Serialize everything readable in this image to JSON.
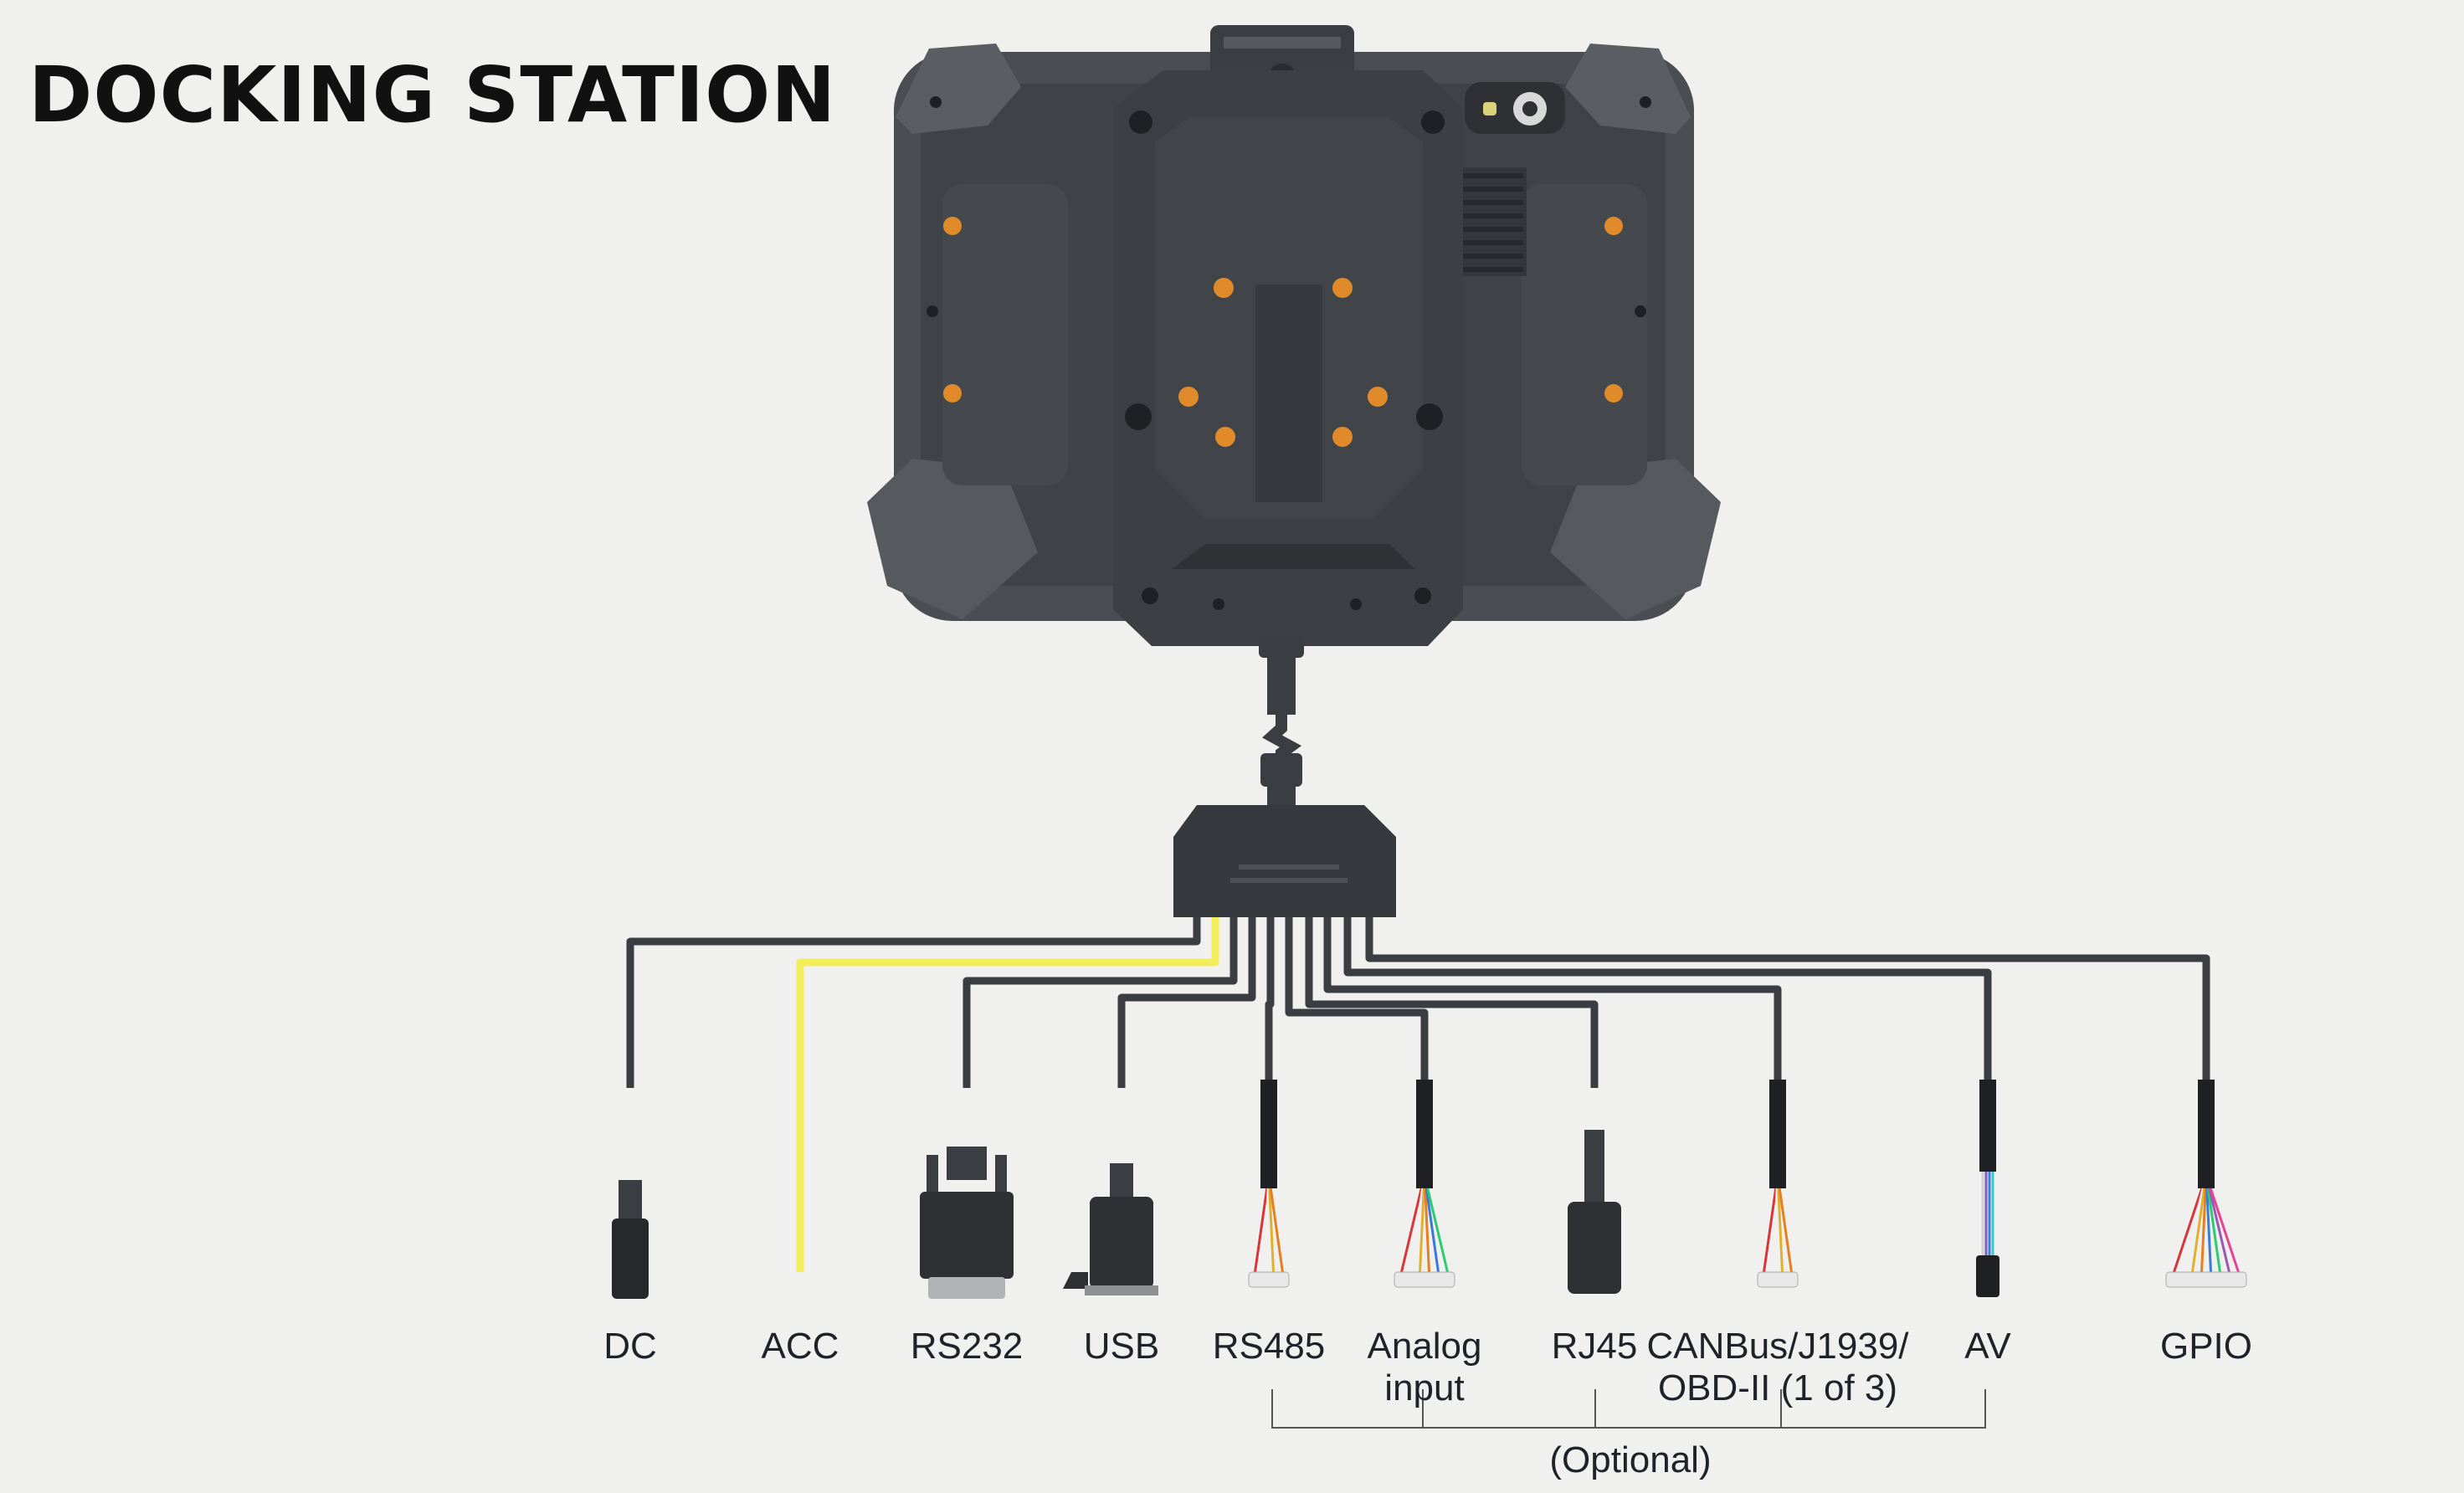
{
  "title": "DOCKING STATION",
  "ports": [
    {
      "id": "dc",
      "lines": [
        "DC"
      ],
      "connector": "dc-plug"
    },
    {
      "id": "acc",
      "lines": [
        "ACC"
      ],
      "connector": "acc-wire"
    },
    {
      "id": "rs232",
      "lines": [
        "RS232"
      ],
      "connector": "db9-connector"
    },
    {
      "id": "usb",
      "lines": [
        "USB"
      ],
      "connector": "usb-a-connector"
    },
    {
      "id": "rs485",
      "lines": [
        "RS485"
      ],
      "connector": "terminal-plug"
    },
    {
      "id": "analog-input",
      "lines": [
        "Analog",
        "input"
      ],
      "connector": "terminal-plug"
    },
    {
      "id": "rj45",
      "lines": [
        "RJ45"
      ],
      "connector": "rj45-connector"
    },
    {
      "id": "canbus",
      "lines": [
        "CANBus/J1939/",
        "OBD-II (1 of 3)"
      ],
      "connector": "terminal-plug"
    },
    {
      "id": "av",
      "lines": [
        "AV"
      ],
      "connector": "av-plug"
    },
    {
      "id": "gpio",
      "lines": [
        "GPIO"
      ],
      "connector": "terminal-plug"
    }
  ],
  "optional_label": "(Optional)",
  "colors": {
    "cable": "#3a3d42",
    "acc_cable": "#f2ee5a",
    "device_body": "#4a4d52",
    "device_dark": "#36393d",
    "accent_dots": "#e08a2a",
    "background": "#f0f0ef"
  }
}
